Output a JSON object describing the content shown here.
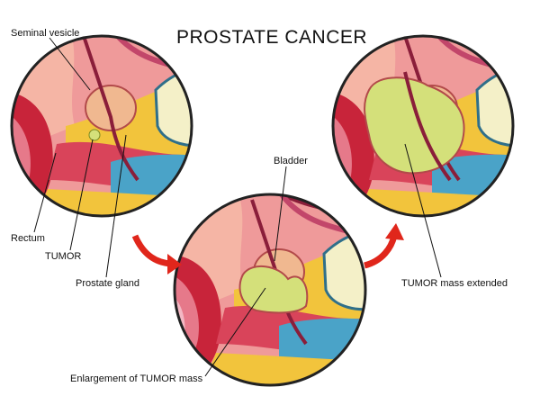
{
  "title": "PROSTATE CANCER",
  "labels": {
    "seminal_vesicle": "Seminal vesicle",
    "rectum": "Rectum",
    "tumor": "TUMOR",
    "prostate_gland": "Prostate gland",
    "bladder": "Bladder",
    "enlargement": "Enlargement of TUMOR mass",
    "extended": "TUMOR mass extended"
  },
  "colors": {
    "arrow": "#e0261b",
    "tumor": "#d4e07a",
    "rectum": "#c8243a",
    "fat": "#f2c43c",
    "bladder_blue": "#4aa3c8",
    "bone": "#f4f0c8",
    "tissue": "#e98a8a",
    "maroon": "#8a1e3a"
  }
}
